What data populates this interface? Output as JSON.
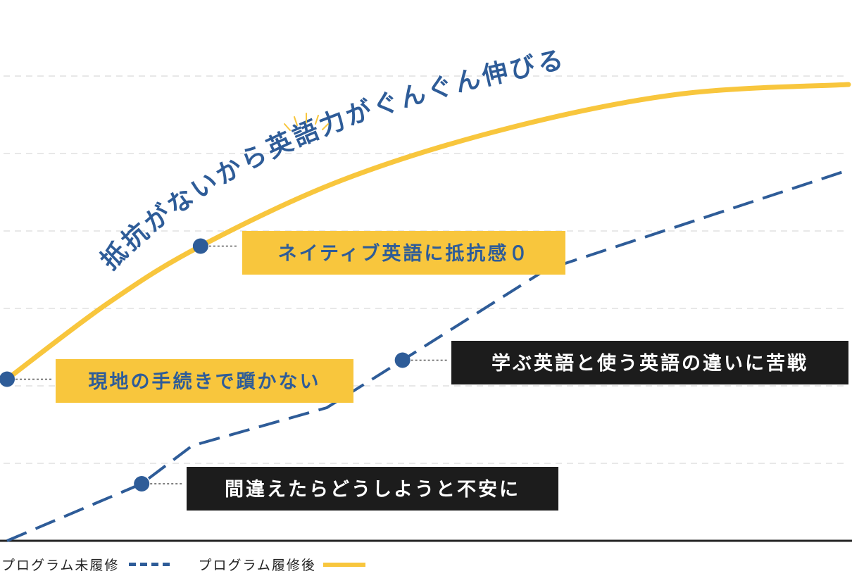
{
  "chart_data": {
    "type": "line",
    "headline": "抵抗がないから英語力がぐんぐん伸びる",
    "grid": true,
    "series": [
      {
        "name": "プログラム未履修",
        "style": "dashed",
        "color": "#2e5c98",
        "points": [
          [
            0,
            0.0
          ],
          [
            0.16,
            0.12
          ],
          [
            0.22,
            0.2
          ],
          [
            0.38,
            0.28
          ],
          [
            0.47,
            0.38
          ],
          [
            0.64,
            0.57
          ],
          [
            1.0,
            0.78
          ]
        ]
      },
      {
        "name": "プログラム履修後",
        "style": "solid",
        "color": "#f8c63d",
        "points": [
          [
            0.0,
            0.34
          ],
          [
            0.12,
            0.5
          ],
          [
            0.23,
            0.62
          ],
          [
            0.4,
            0.76
          ],
          [
            0.6,
            0.87
          ],
          [
            0.8,
            0.94
          ],
          [
            1.0,
            0.96
          ]
        ]
      }
    ],
    "annotations": [
      {
        "series": "プログラム未履修",
        "x": 0.16,
        "y": 0.12,
        "text": "間違えたらどうしようと不安に",
        "style": "dark"
      },
      {
        "series": "プログラム未履修",
        "x": 0.47,
        "y": 0.38,
        "text": "学ぶ英語と使う英語の違いに苦戦",
        "style": "dark"
      },
      {
        "series": "プログラム履修後",
        "x": 0.0,
        "y": 0.34,
        "text": "現地の手続きで躓かない",
        "style": "yellow"
      },
      {
        "series": "プログラム履修後",
        "x": 0.23,
        "y": 0.62,
        "text": "ネイティブ英語に抵抗感０",
        "style": "yellow"
      }
    ]
  },
  "legend": {
    "before_label": "プログラム未履修",
    "after_label": "プログラム履修後"
  },
  "colors": {
    "accent_blue": "#2e5c98",
    "accent_yellow": "#f8c63d",
    "dark_box": "#1c1c1c",
    "grid": "#d9d9d9"
  }
}
